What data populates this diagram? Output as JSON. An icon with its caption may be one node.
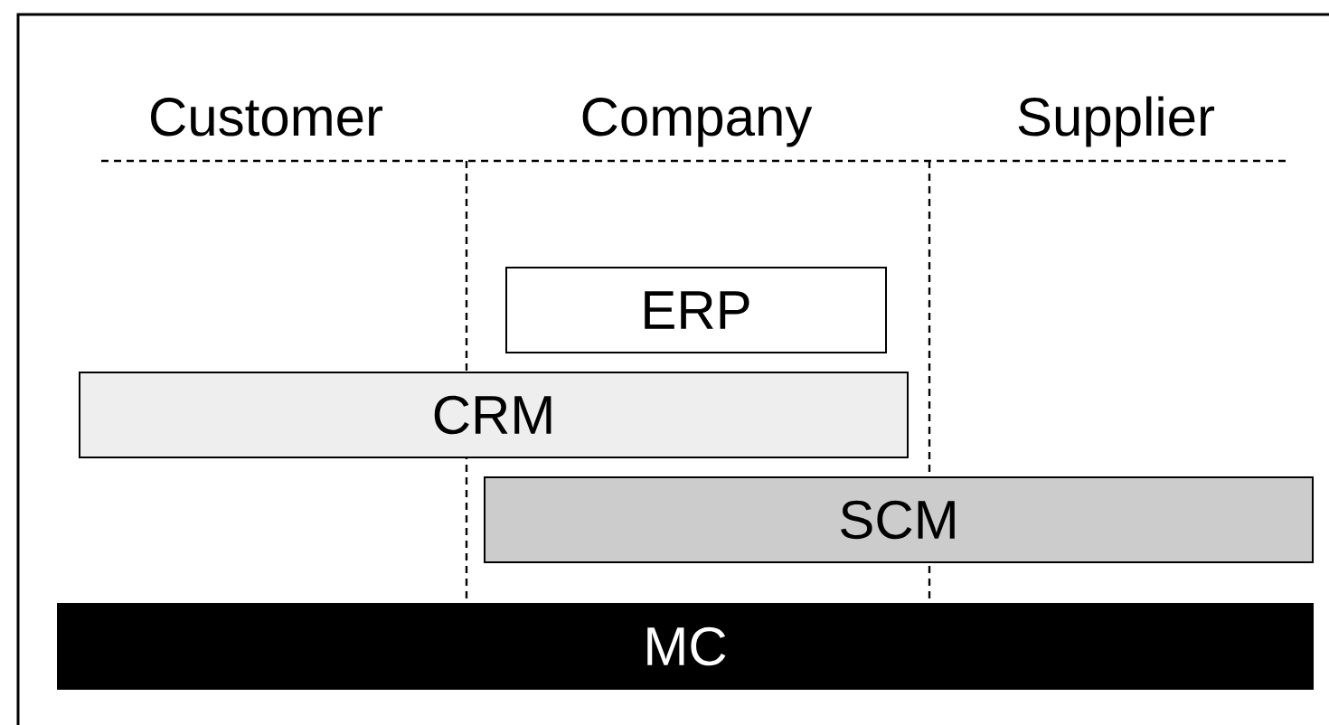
{
  "diagram": {
    "nodes": [
      {
        "text": [
          "ERP"
        ]
      },
      {
        "text": [
          "CRM"
        ]
      },
      {
        "text": [
          "SCM"
        ]
      },
      {
        "text": [
          "MC"
        ]
      }
    ],
    "labels": [
      "Customer",
      "Company",
      "Supplier"
    ]
  }
}
